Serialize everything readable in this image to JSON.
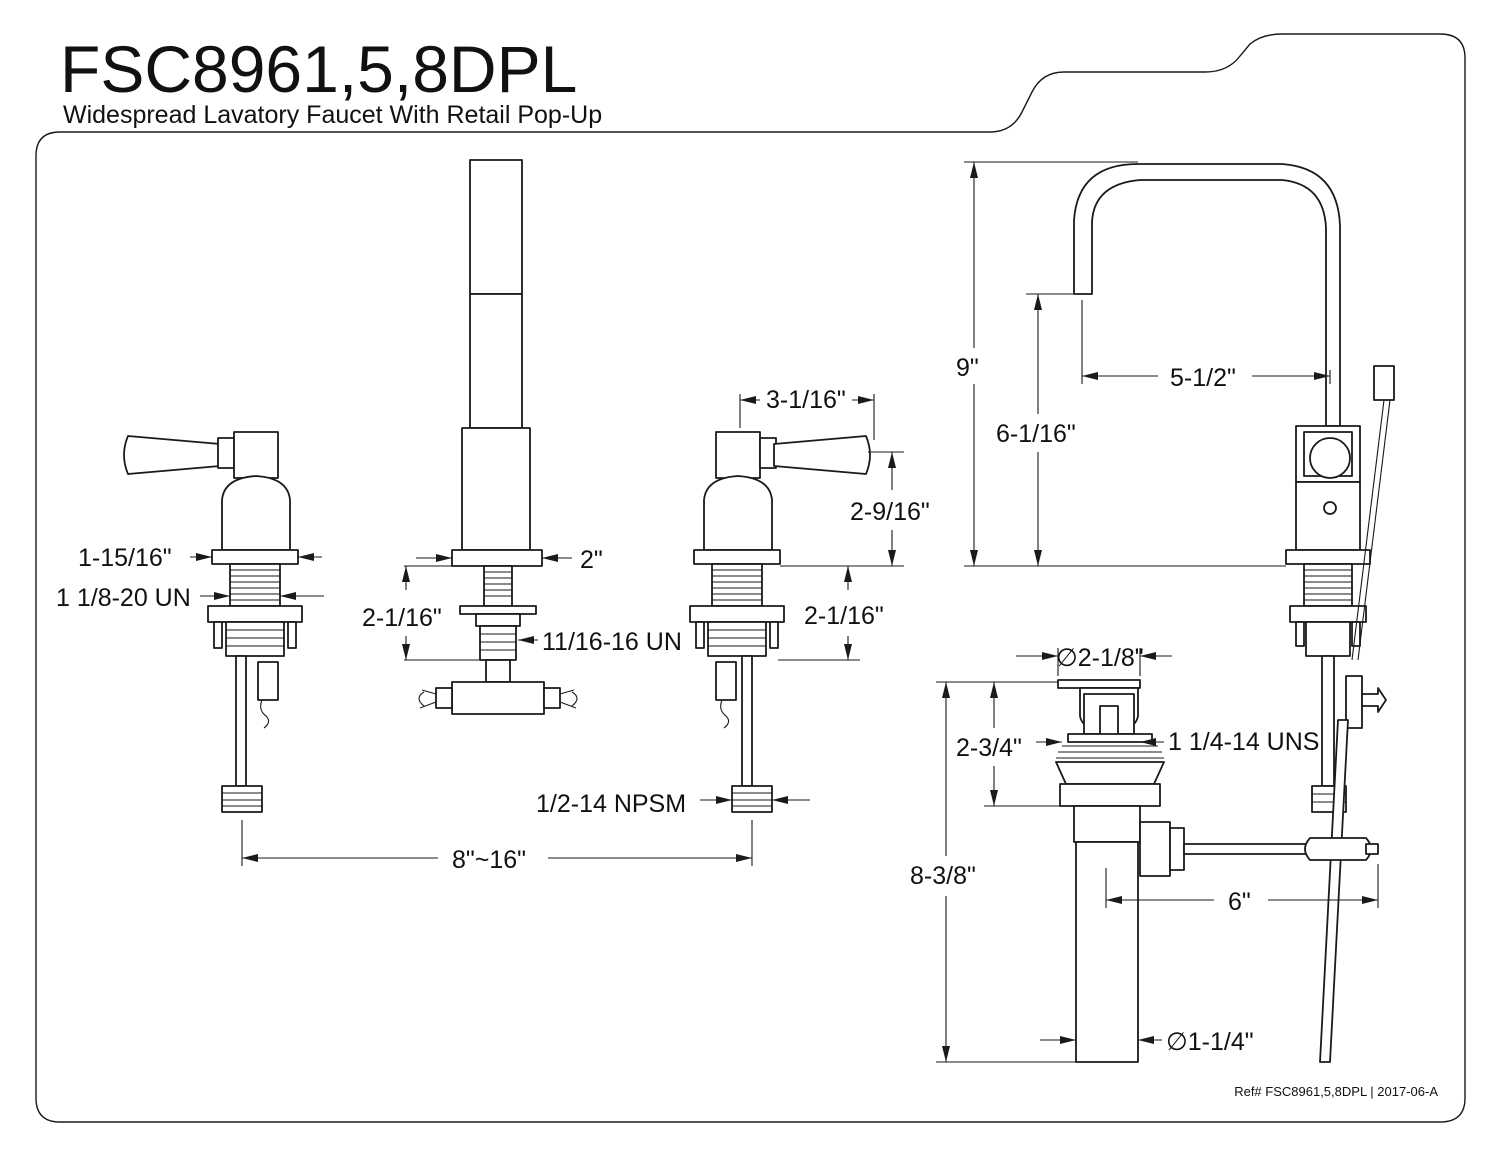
{
  "header": {
    "title": "FSC8961,5,8DPL",
    "subtitle": "Widespread Lavatory Faucet With Retail Pop-Up"
  },
  "dimensions": {
    "left_handle_flange": "1-15/16\"",
    "left_handle_thread": "1 1/8-20 UN",
    "spout_flange": "2\"",
    "spout_shank_height": "2-1/16\"",
    "spout_thread": "11/16-16 UN",
    "handle_lever_reach": "3-1/16\"",
    "handle_height": "2-9/16\"",
    "right_handle_shank_height": "2-1/16\"",
    "supply_thread": "1/2-14 NPSM",
    "handle_spread": "8\"~16\"",
    "spout_overall_height": "9\"",
    "spout_outlet_height": "6-1/16\"",
    "spout_reach": "5-1/2\"",
    "drain_flange_diameter": "∅2-1/8\"",
    "drain_body_height": "2-3/4\"",
    "drain_thread": "1 1/4-14 UNS",
    "drain_overall_height": "8-3/8\"",
    "pivot_rod_length": "6\"",
    "tailpiece_diameter": "∅1-1/4\""
  },
  "footer": {
    "reference": "Ref# FSC8961,5,8DPL | 2017-06-A"
  }
}
